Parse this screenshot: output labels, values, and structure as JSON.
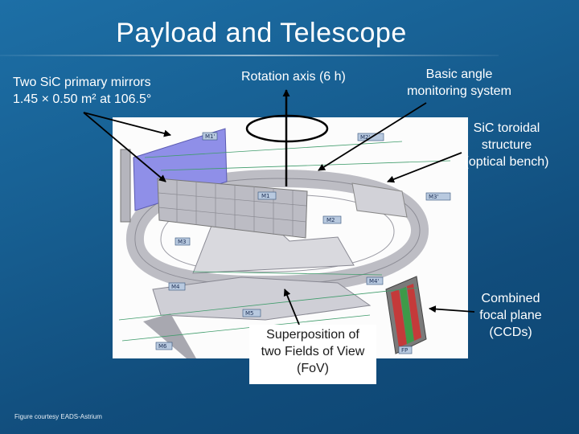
{
  "slide": {
    "title": "Payload and Telescope",
    "credit": "Figure courtesy EADS-Astrium"
  },
  "labels": {
    "mirrors_line1": "Two SiC primary mirrors",
    "mirrors_line2": "1.45 × 0.50 m² at 106.5°",
    "rotation": "Rotation axis (6 h)",
    "bam_line1": "Basic angle",
    "bam_line2": "monitoring system",
    "torus_line1": "SiC toroidal",
    "torus_line2": "structure",
    "torus_line3": "(optical bench)",
    "focal_line1": "Combined",
    "focal_line2": "focal plane",
    "focal_line3": "(CCDs)",
    "fov_line1": "Superposition of",
    "fov_line2": "two Fields of View",
    "fov_line3": "(FoV)"
  },
  "figure_tags": {
    "m1_left": "M1'",
    "m1": "M1",
    "m2": "M2",
    "m2_right": "M2'",
    "m3": "M3",
    "m3_right": "M3'",
    "m4": "M4",
    "m5": "M5",
    "m6": "M6",
    "m4_right": "M4'",
    "fp": "FP"
  },
  "colors": {
    "background": "#175f92",
    "arrow": "#000000",
    "mirror": "#8f8fe8",
    "bench": "#c9c9cf",
    "ccd_red": "#c43a3a",
    "ccd_green": "#3e9a48"
  }
}
